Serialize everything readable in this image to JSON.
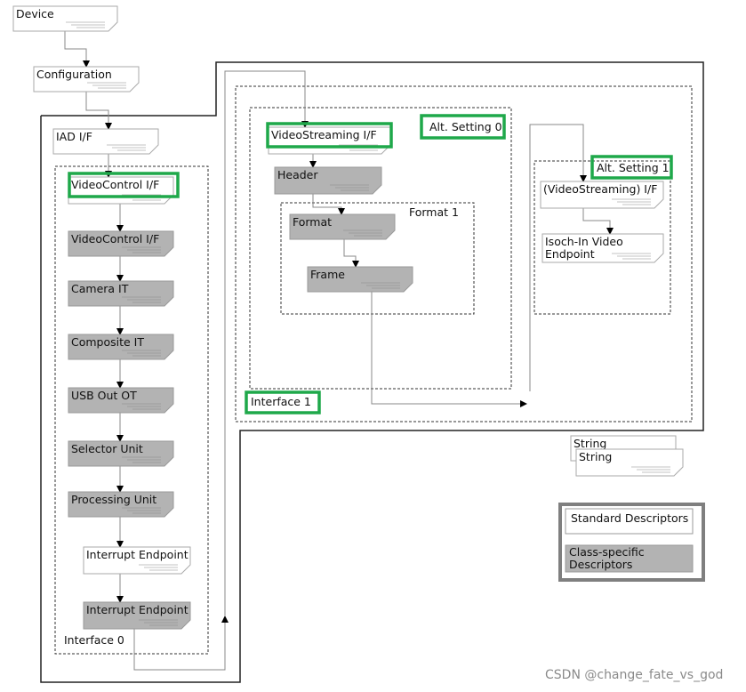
{
  "nodes": {
    "device": "Device",
    "configuration": "Configuration",
    "iad": "IAD I/F",
    "vc_std": "VideoControl I/F",
    "vc_cs": "VideoControl I/F",
    "camera_it": "Camera IT",
    "composite_it": "Composite IT",
    "usb_out_ot": "USB Out OT",
    "selector_unit": "Selector Unit",
    "processing_unit": "Processing Unit",
    "int_ep_std": "Interrupt Endpoint",
    "int_ep_cs": "Interrupt Endpoint",
    "vs_if": "VideoStreaming I/F",
    "header": "Header",
    "format": "Format",
    "frame": "Frame",
    "vs_alt1": "(VideoStreaming) I/F",
    "isoch_line1": "Isoch-In Video",
    "isoch_line2": "Endpoint",
    "string1": "String",
    "string2": "String"
  },
  "groups": {
    "interface0": "Interface 0",
    "interface1": "Interface 1",
    "alt0": "Alt. Setting 0",
    "alt1": "Alt. Setting 1",
    "format1": "Format 1"
  },
  "legend": {
    "standard": "Standard Descriptors",
    "class_line1": "Class-specific",
    "class_line2": "Descriptors"
  },
  "watermark": "CSDN @change_fate_vs_god",
  "colors": {
    "standard_fill": "#ffffff",
    "class_fill": "#b3b3b3",
    "highlight": "#1fa84a",
    "legend_border": "#7f7f7f"
  }
}
